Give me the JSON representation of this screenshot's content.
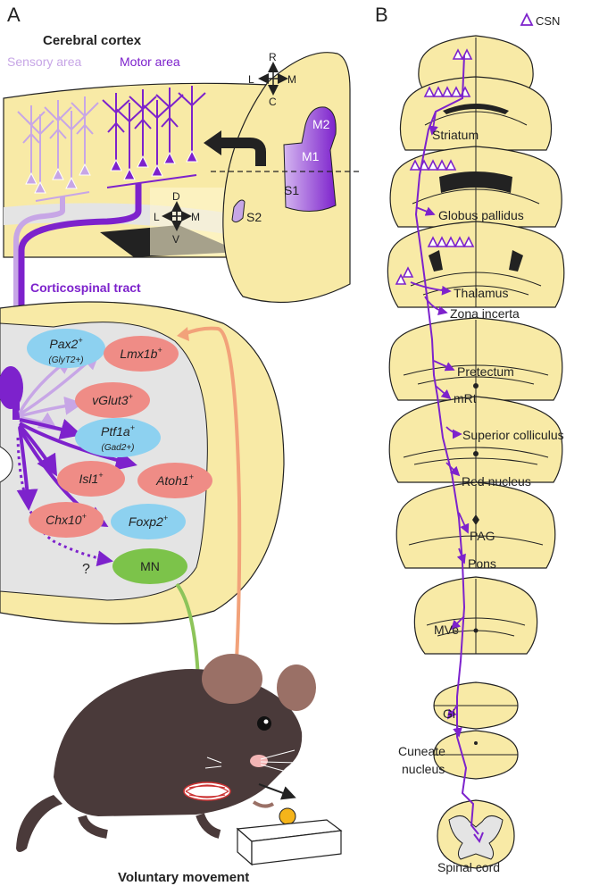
{
  "panels": {
    "a": "A",
    "b": "B"
  },
  "panelA": {
    "cortex_title": "Cerebral cortex",
    "sensory_area": "Sensory area",
    "motor_area": "Motor area",
    "compass_rc": {
      "r": "R",
      "c": "C",
      "l": "L",
      "m": "M"
    },
    "compass_dv": {
      "d": "D",
      "v": "V",
      "l": "L",
      "m": "M"
    },
    "areas": {
      "m2": "M2",
      "m1": "M1",
      "s1": "S1",
      "s2": "S2"
    },
    "tract_label": "Corticospinal tract",
    "neurons": [
      {
        "name": "Pax2",
        "sup": "+",
        "sub": "(GlyT2+)",
        "kind": "inhibitory"
      },
      {
        "name": "Lmx1b",
        "sup": "+",
        "kind": "excitatory"
      },
      {
        "name": "vGlut3",
        "sup": "+",
        "kind": "excitatory"
      },
      {
        "name": "Ptf1a",
        "sup": "+",
        "sub": "(Gad2+)",
        "kind": "inhibitory"
      },
      {
        "name": "Isl1",
        "sup": "+",
        "kind": "excitatory"
      },
      {
        "name": "Atoh1",
        "sup": "+",
        "kind": "excitatory"
      },
      {
        "name": "Chx10",
        "sup": "+",
        "kind": "excitatory"
      },
      {
        "name": "Foxp2",
        "sup": "+",
        "kind": "inhibitory"
      }
    ],
    "mn": "MN",
    "question": "?",
    "caption": "Voluntary movement"
  },
  "panelB": {
    "legend": "CSN",
    "regions": [
      "Striatum",
      "Globus pallidus",
      "Thalamus",
      "Zona incerta",
      "Pretectum",
      "mRt",
      "Superior colliculus",
      "Red nucleus",
      "PAG",
      "Pons",
      "MVe",
      "Gi"
    ],
    "cuneate_1": "Cuneate",
    "cuneate_2": "nucleus",
    "spinal": "Spinal cord"
  },
  "colors": {
    "tissue": "#f8eaa6",
    "tract": "#7d22cc",
    "sensory": "#c7a6e6",
    "excitatory": "#ef8c86",
    "inhibitory": "#8dd1f0",
    "mn": "#7cc34a",
    "mouse": "#4a3a3a"
  }
}
